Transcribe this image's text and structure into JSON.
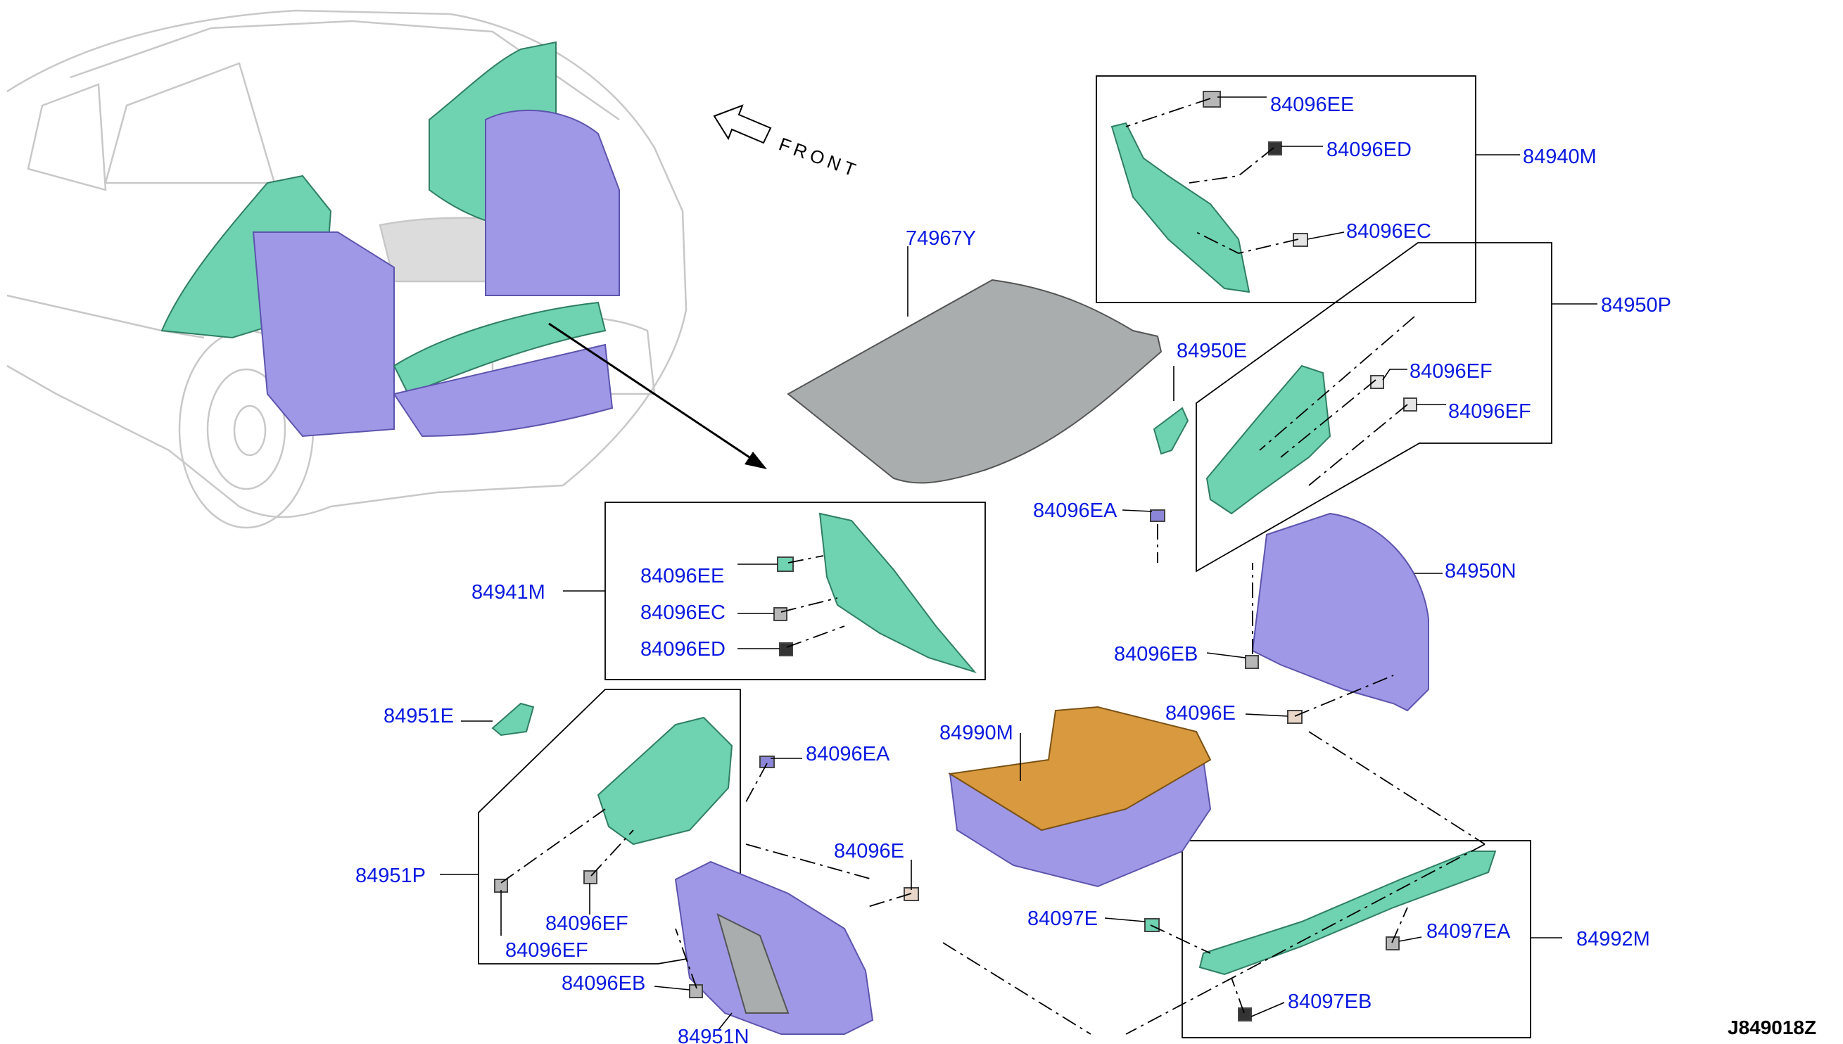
{
  "diagram": {
    "front_label": "FRONT",
    "drawing_code": "J849018Z",
    "colors": {
      "label_text": "#0a1ae0",
      "trim_green": "#6fd2b0",
      "trim_purple": "#9f98e6",
      "floor_gray": "#a9adad",
      "tray_orange": "#d9993e"
    },
    "labels": [
      "84096EE",
      "84096ED",
      "84940M",
      "84096EC",
      "74967Y",
      "84950P",
      "84950E",
      "84096EF",
      "84096EF",
      "84096EA",
      "84950N",
      "84941M",
      "84096EE",
      "84096EC",
      "84096ED",
      "84096EB",
      "84096E",
      "84951E",
      "84990M",
      "84096EA",
      "84951P",
      "84096E",
      "84096EF",
      "84096EF",
      "84097E",
      "84097EA",
      "84992M",
      "84096EB",
      "84097EB",
      "84951N"
    ]
  }
}
